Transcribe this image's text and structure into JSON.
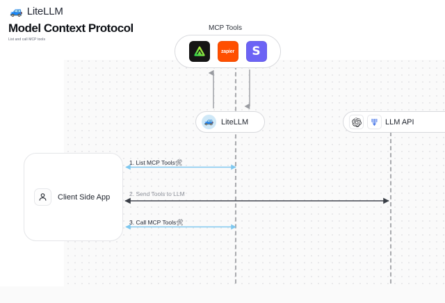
{
  "brand": {
    "logo_icon": "truck-icon",
    "logo_glyph": "🚙",
    "name": "LiteLLM"
  },
  "header": {
    "title": "Model Context Protocol",
    "subtitle": "List and call MCP tools"
  },
  "diagram": {
    "mcp_group": {
      "title": "MCP Tools",
      "tools": [
        {
          "name": "linear-tool-icon",
          "label": "",
          "color": "#151515"
        },
        {
          "name": "zapier-tool-icon",
          "label": "zapier",
          "color": "#ff4f00"
        },
        {
          "name": "slack-tool-icon",
          "label": "S",
          "color": "#6c63f5"
        }
      ]
    },
    "nodes": [
      {
        "name": "litellm-node",
        "label": "LiteLLM",
        "icon": "litellm-avatar-icon",
        "glyph": "🚙"
      },
      {
        "name": "llm-api-node",
        "label": "LLM API",
        "icons": [
          "openai-icon",
          "anthropic-icon"
        ]
      }
    ],
    "client": {
      "label": "Client Side App",
      "icon": "user-icon"
    },
    "flows": [
      {
        "name": "flow-list-mcp-tools",
        "label": "1. List MCP Tools",
        "emoji": "🛠",
        "color": "#7ec8ef"
      },
      {
        "name": "flow-send-tools-to-llm",
        "label": "2. Send Tools to LLM",
        "emoji": "",
        "color": "#4a4f57"
      },
      {
        "name": "flow-call-mcp-tools",
        "label": "3. Call MCP Tools",
        "emoji": "🛠",
        "color": "#7ec8ef"
      }
    ]
  }
}
